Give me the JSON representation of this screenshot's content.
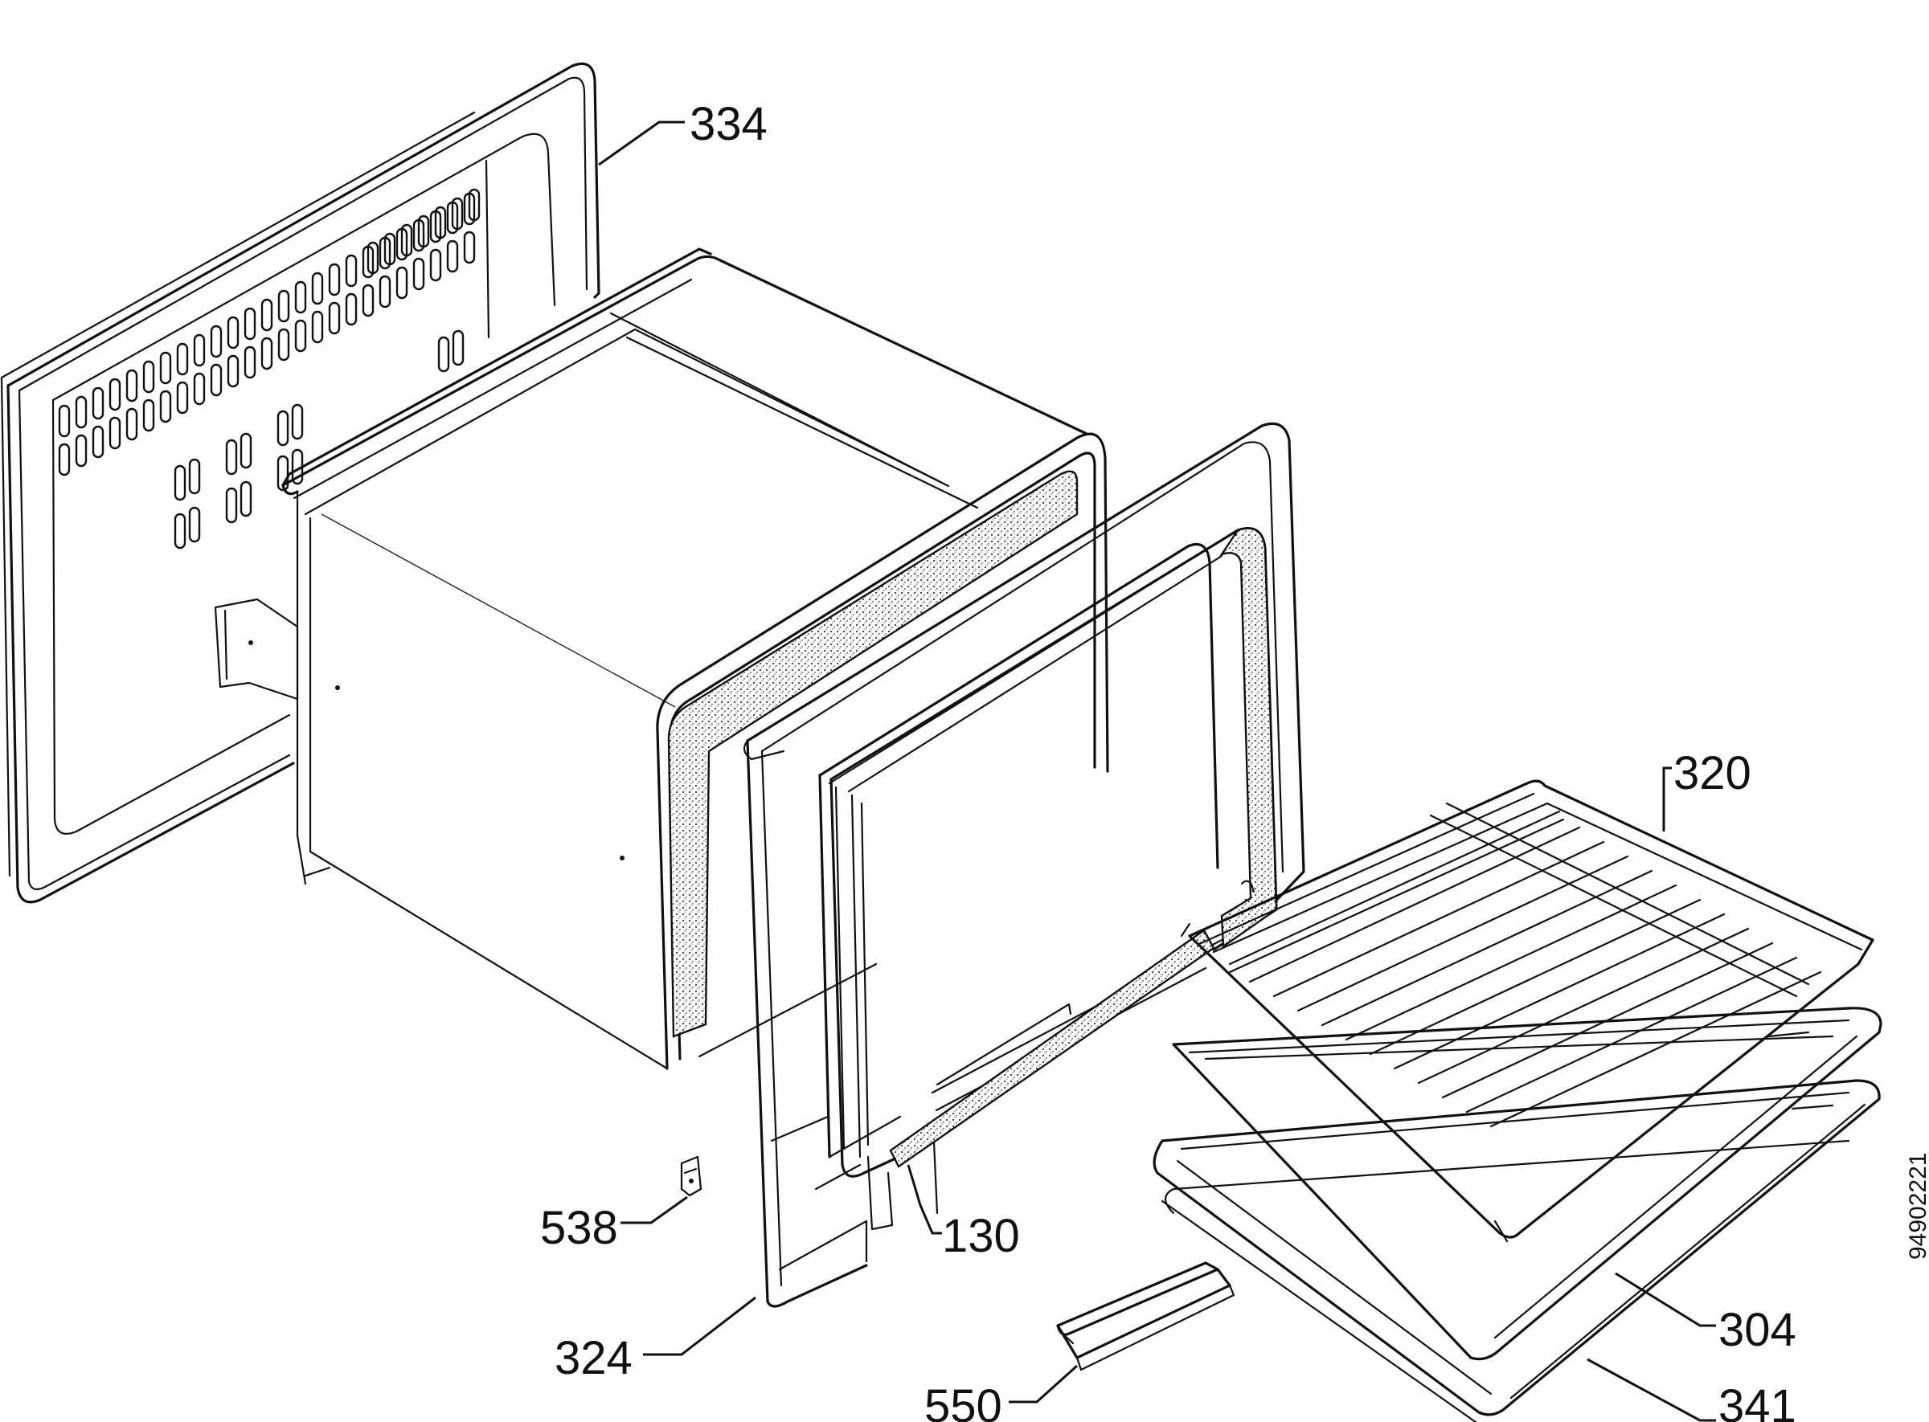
{
  "callouts": {
    "c334": "334",
    "c320": "320",
    "c538": "538",
    "c130": "130",
    "c324": "324",
    "c304": "304",
    "c550": "550",
    "c341": "341"
  },
  "document_code": "94902221",
  "colors": {
    "line": "#111111",
    "background": "#ffffff"
  }
}
